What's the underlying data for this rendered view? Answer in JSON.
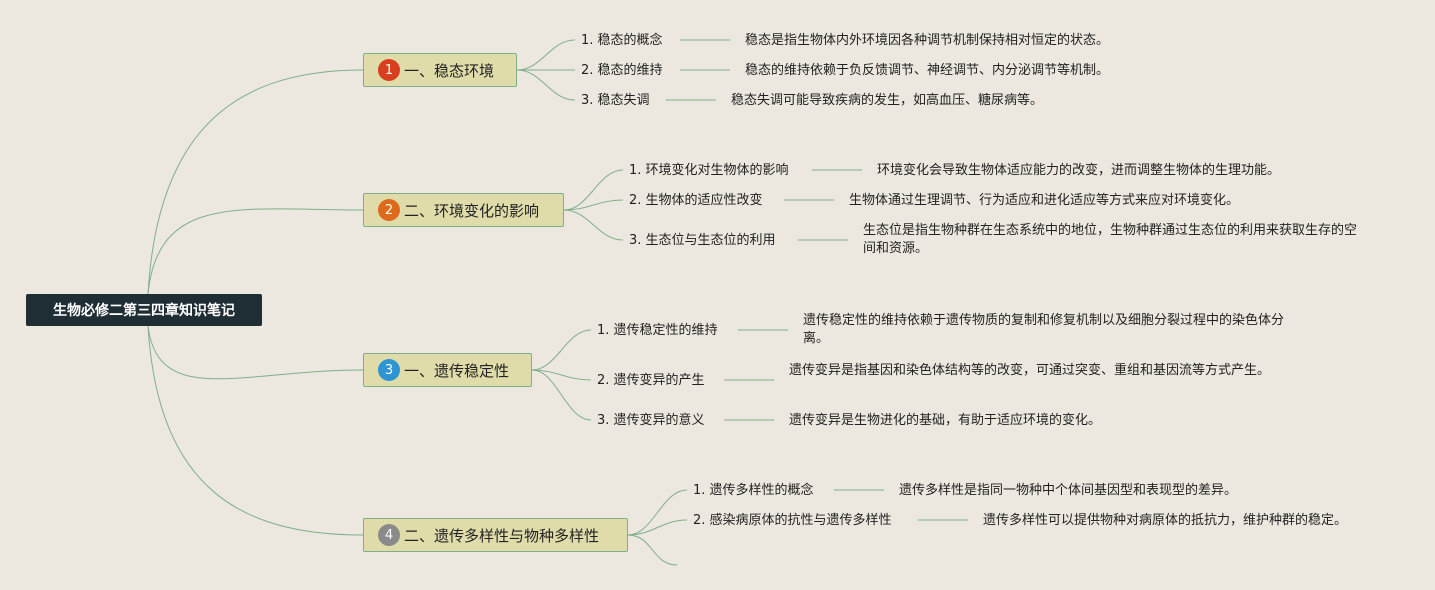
{
  "root": "生物必修二第三四章知识笔记",
  "colors": {
    "line": "#7fae8b",
    "badge1": "#d93f1e",
    "badge2": "#e06a1c",
    "badge3": "#2e95d3",
    "badge4": "#8a8a8a"
  },
  "topics": [
    {
      "badge": "1",
      "title": "一、稳态环境",
      "items": [
        {
          "label": "1. 稳态的概念",
          "desc": "稳态是指生物体内外环境因各种调节机制保持相对恒定的状态。"
        },
        {
          "label": "2. 稳态的维持",
          "desc": "稳态的维持依赖于负反馈调节、神经调节、内分泌调节等机制。"
        },
        {
          "label": "3. 稳态失调",
          "desc": "稳态失调可能导致疾病的发生，如高血压、糖尿病等。"
        }
      ]
    },
    {
      "badge": "2",
      "title": "二、环境变化的影响",
      "items": [
        {
          "label": "1. 环境变化对生物体的影响",
          "desc": "环境变化会导致生物体适应能力的改变，进而调整生物体的生理功能。"
        },
        {
          "label": "2. 生物体的适应性改变",
          "desc": "生物体通过生理调节、行为适应和进化适应等方式来应对环境变化。"
        },
        {
          "label": "3. 生态位与生态位的利用",
          "desc": "生态位是指生物种群在生态系统中的地位，生物种群通过生态位的利用来获取生存的空间和资源。"
        }
      ]
    },
    {
      "badge": "3",
      "title": "一、遗传稳定性",
      "items": [
        {
          "label": "1. 遗传稳定性的维持",
          "desc": "遗传稳定性的维持依赖于遗传物质的复制和修复机制以及细胞分裂过程中的染色体分离。"
        },
        {
          "label": "2. 遗传变异的产生",
          "desc": "遗传变异是指基因和染色体结构等的改变，可通过突变、重组和基因流等方式产生。"
        },
        {
          "label": "3. 遗传变异的意义",
          "desc": "遗传变异是生物进化的基础，有助于适应环境的变化。"
        }
      ]
    },
    {
      "badge": "4",
      "title": "二、遗传多样性与物种多样性",
      "items": [
        {
          "label": "1. 遗传多样性的概念",
          "desc": "遗传多样性是指同一物种中个体间基因型和表现型的差异。"
        },
        {
          "label": "2. 感染病原体的抗性与遗传多样性",
          "desc": "遗传多样性可以提供物种对病原体的抵抗力，维护种群的稳定。"
        }
      ]
    }
  ]
}
